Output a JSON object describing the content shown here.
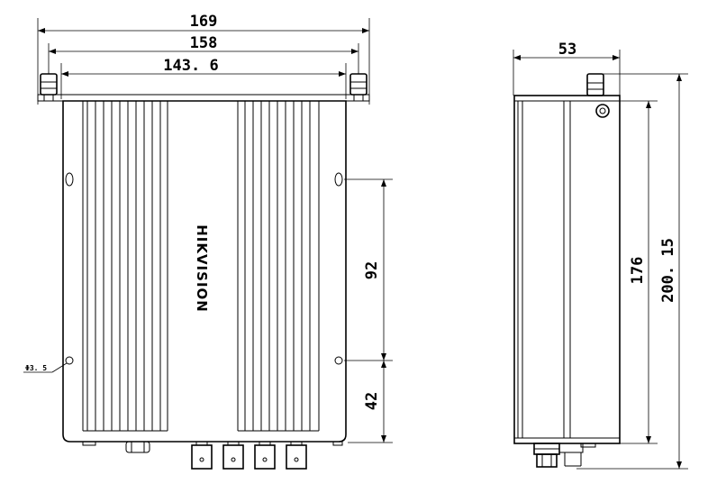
{
  "front_view": {
    "dim_width_overall": "169",
    "dim_width_mounting": "158",
    "dim_width_body": "143. 6",
    "dim_hole_spacing": "92",
    "dim_hole_bottom": "42",
    "hole_diameter": "Φ3. 5",
    "brand": "HIKVISION"
  },
  "side_view": {
    "dim_depth": "53",
    "dim_body_height": "176",
    "dim_total_height": "200. 15"
  }
}
